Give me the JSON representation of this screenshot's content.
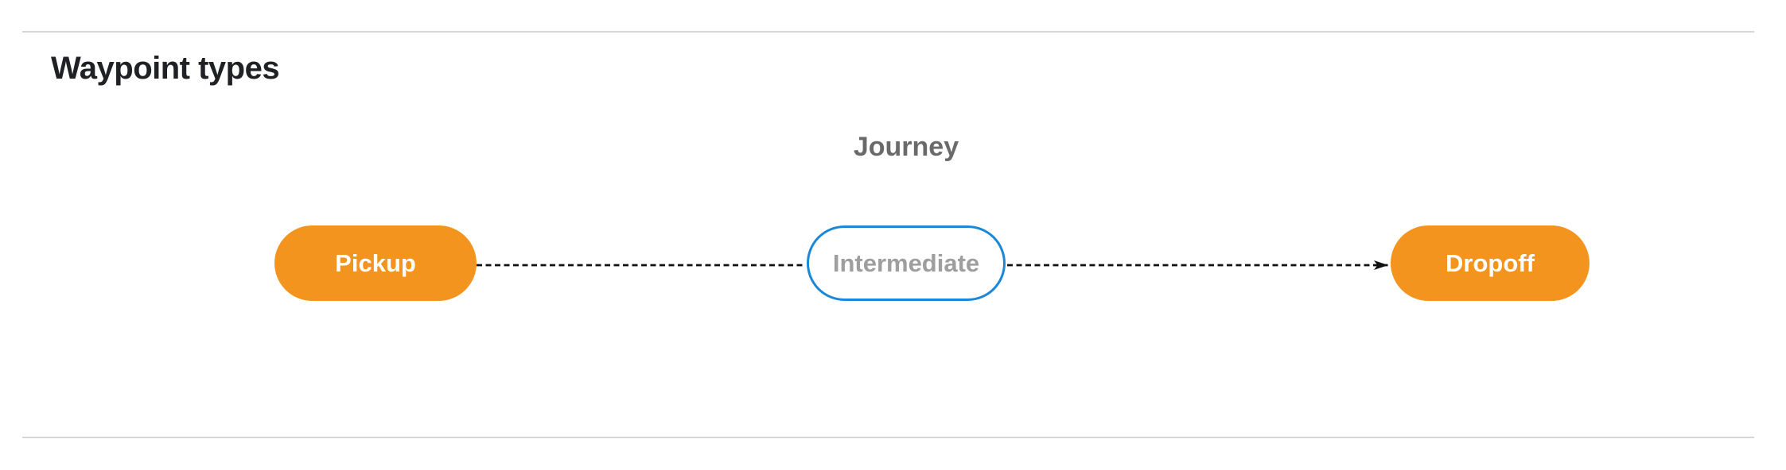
{
  "page": {
    "title": "Waypoint types"
  },
  "diagram": {
    "label": "Journey",
    "nodes": [
      {
        "id": "pickup",
        "label": "Pickup",
        "shape": "pill",
        "fill": "#F3941E",
        "text_color": "#FFFFFF"
      },
      {
        "id": "intermediate",
        "label": "Intermediate",
        "shape": "pill-outline",
        "fill": "#FFFFFF",
        "border_color": "#1B87D7",
        "text_color": "#9E9E9E"
      },
      {
        "id": "dropoff",
        "label": "Dropoff",
        "shape": "pill",
        "fill": "#F3941E",
        "text_color": "#FFFFFF"
      }
    ],
    "edges": [
      {
        "from": "pickup",
        "to": "intermediate",
        "style": "dashed",
        "color": "#111111",
        "arrowhead": false
      },
      {
        "from": "intermediate",
        "to": "dropoff",
        "style": "dashed",
        "color": "#111111",
        "arrowhead": true
      }
    ]
  },
  "colors": {
    "node_orange": "#F3941E",
    "outline_blue": "#1B87D7",
    "intermediate_text_gray": "#9E9E9E",
    "journey_label_gray": "#6A6A6A",
    "heading_text": "#202124",
    "edge_black": "#111111",
    "divider_gray": "#D6D6D6",
    "background": "#FFFFFF"
  }
}
